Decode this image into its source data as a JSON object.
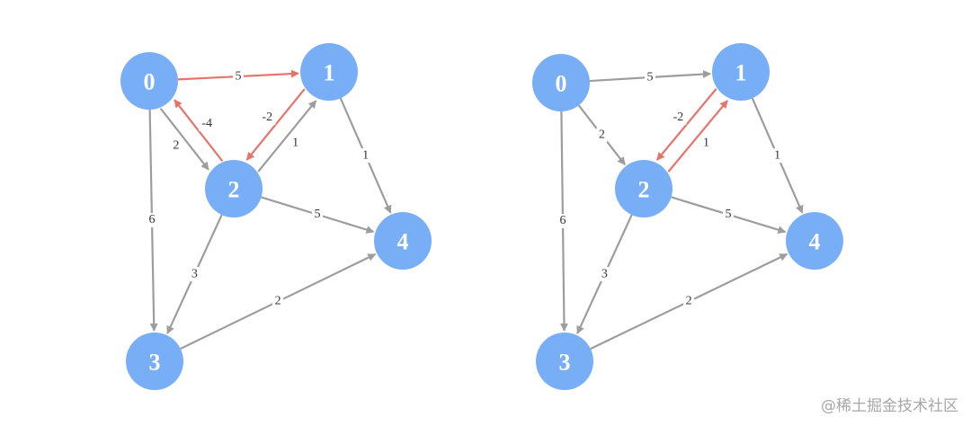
{
  "colors": {
    "node_fill": "#78aef5",
    "edge_normal": "#9d9d9d",
    "edge_highlight": "#e8736b",
    "node_text": "#ffffff"
  },
  "graphs": [
    {
      "id": "left",
      "nodes": [
        "0",
        "1",
        "2",
        "3",
        "4"
      ],
      "edges": [
        {
          "from": "0",
          "to": "1",
          "weight": "5",
          "highlight": true
        },
        {
          "from": "0",
          "to": "2",
          "weight": "2",
          "highlight": false
        },
        {
          "from": "0",
          "to": "3",
          "weight": "6",
          "highlight": false
        },
        {
          "from": "1",
          "to": "2",
          "weight": "-2",
          "highlight": true
        },
        {
          "from": "1",
          "to": "4",
          "weight": "1",
          "highlight": false
        },
        {
          "from": "2",
          "to": "0",
          "weight": "-4",
          "highlight": true
        },
        {
          "from": "2",
          "to": "1",
          "weight": "1",
          "highlight": false
        },
        {
          "from": "2",
          "to": "3",
          "weight": "3",
          "highlight": false
        },
        {
          "from": "2",
          "to": "4",
          "weight": "5",
          "highlight": false
        },
        {
          "from": "3",
          "to": "4",
          "weight": "2",
          "highlight": false
        }
      ]
    },
    {
      "id": "right",
      "nodes": [
        "0",
        "1",
        "2",
        "3",
        "4"
      ],
      "edges": [
        {
          "from": "0",
          "to": "1",
          "weight": "5",
          "highlight": false
        },
        {
          "from": "0",
          "to": "2",
          "weight": "2",
          "highlight": false
        },
        {
          "from": "0",
          "to": "3",
          "weight": "6",
          "highlight": false
        },
        {
          "from": "1",
          "to": "2",
          "weight": "-2",
          "highlight": true
        },
        {
          "from": "1",
          "to": "4",
          "weight": "1",
          "highlight": false
        },
        {
          "from": "2",
          "to": "1",
          "weight": "1",
          "highlight": true
        },
        {
          "from": "2",
          "to": "3",
          "weight": "3",
          "highlight": false
        },
        {
          "from": "2",
          "to": "4",
          "weight": "5",
          "highlight": false
        },
        {
          "from": "3",
          "to": "4",
          "weight": "2",
          "highlight": false
        }
      ]
    }
  ],
  "watermark": "@稀土掘金技术社区"
}
